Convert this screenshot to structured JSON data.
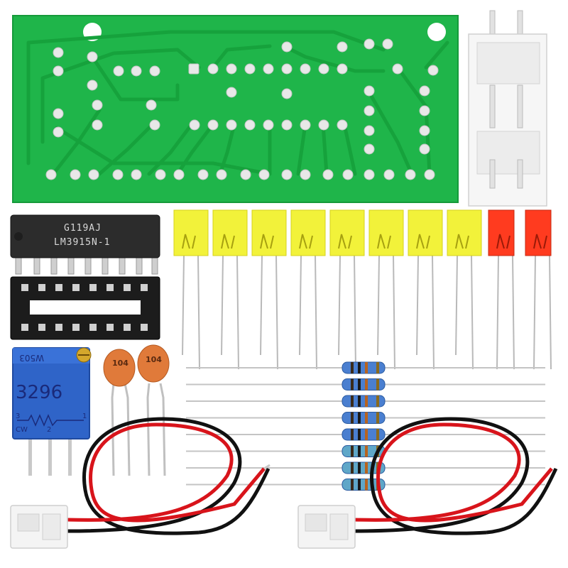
{
  "scene": {
    "description_free": true,
    "colors": {
      "pcb": "#1fb54a",
      "pcb_dark_trace": "#17a03e",
      "pad": "#e8e8e8",
      "ic_body": "#2a2a2a",
      "socket": "#1a1a1a",
      "led_yellow": "#f2f23a",
      "led_red": "#ff3b1f",
      "pot_body": "#2f64c8",
      "cap": "#e07a3a",
      "resistor": "#4a7fd0",
      "wire_red": "#d8141b",
      "wire_black": "#111111",
      "connector": "#f4f4f4"
    }
  },
  "ic": {
    "line1": "G119AJ",
    "line2": "LM3915N-1"
  },
  "pot": {
    "top_label": "W503",
    "code": "3296",
    "pin_label_1": "1",
    "pin_label_2": "2",
    "pin_label_3": "3",
    "cw_label": "CW"
  },
  "capacitors": [
    {
      "label": "104"
    },
    {
      "label": "104"
    }
  ],
  "leds": {
    "yellow_count": 8,
    "red_count": 2
  },
  "resistors": {
    "count": 8
  }
}
